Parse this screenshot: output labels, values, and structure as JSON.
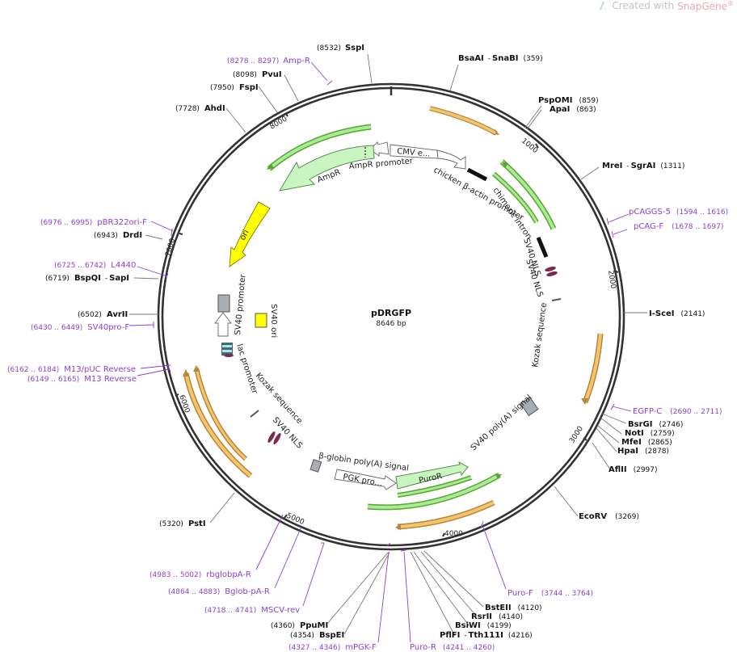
{
  "header": {
    "created_with": "Created with",
    "brand": "SnapGene",
    "mark": "®",
    "icon": "snapgene-logo-icon"
  },
  "plasmid": {
    "name": "pDRGFP",
    "size": "8646 bp"
  },
  "ticks": [
    "1000",
    "2000",
    "3000",
    "4000",
    "5000",
    "6000",
    "7000",
    "8000"
  ],
  "sites": [
    {
      "name": "SspI",
      "pos": "(8532)"
    },
    {
      "name": "BsaAI",
      "sep": "-",
      "name2": "SnaBI",
      "pos": "(359)"
    },
    {
      "name": "PspOMI",
      "pos": "(859)"
    },
    {
      "name": "ApaI",
      "pos": "(863)"
    },
    {
      "name": "MreI",
      "sep": "-",
      "name2": "SgrAI",
      "pos": "(1311)"
    },
    {
      "name": "I-SceI",
      "pos": "(2141)"
    },
    {
      "name": "BsrGI",
      "pos": "(2746)"
    },
    {
      "name": "NotI",
      "pos": "(2759)"
    },
    {
      "name": "MfeI",
      "pos": "(2865)"
    },
    {
      "name": "HpaI",
      "pos": "(2878)"
    },
    {
      "name": "AflII",
      "pos": "(2997)"
    },
    {
      "name": "EcoRV",
      "pos": "(3269)"
    },
    {
      "name": "BstEII",
      "pos": "(4120)"
    },
    {
      "name": "RsrII",
      "pos": "(4140)"
    },
    {
      "name": "BsiWI",
      "pos": "(4199)"
    },
    {
      "name": "PflFI",
      "sep": "-",
      "name2": "Tth111I",
      "pos": "(4216)"
    },
    {
      "name": "BspEI",
      "pos": "(4354)"
    },
    {
      "name": "PpuMI",
      "pos": "(4360)"
    },
    {
      "name": "PstI",
      "pos": "(5320)"
    },
    {
      "name": "AvrII",
      "pos": "(6502)"
    },
    {
      "name": "BspQI",
      "sep": "-",
      "name2": "SapI",
      "pos": "(6719)"
    },
    {
      "name": "DrdI",
      "pos": "(6943)"
    },
    {
      "name": "AhdI",
      "pos": "(7728)"
    },
    {
      "name": "FspI",
      "pos": "(7950)"
    },
    {
      "name": "PvuI",
      "pos": "(8098)"
    }
  ],
  "primers": [
    {
      "name": "Amp-R",
      "pos": "(8278 .. 8297)"
    },
    {
      "name": "pCAGGS-5",
      "pos": "(1594 .. 1616)"
    },
    {
      "name": "pCAG-F",
      "pos": "(1678 .. 1697)"
    },
    {
      "name": "EGFP-C",
      "pos": "(2690 .. 2711)"
    },
    {
      "name": "Puro-F",
      "pos": "(3744 .. 3764)"
    },
    {
      "name": "Puro-R",
      "pos": "(4241 .. 4260)"
    },
    {
      "name": "mPGK-F",
      "pos": "(4327 .. 4346)"
    },
    {
      "name": "MSCV-rev",
      "pos": "(4718 .. 4741)"
    },
    {
      "name": "Bglob-pA-R",
      "pos": "(4864 .. 4883)"
    },
    {
      "name": "rbglobpA-R",
      "pos": "(4983 .. 5002)"
    },
    {
      "name": "M13 Reverse",
      "pos": "(6149 .. 6165)"
    },
    {
      "name": "M13/pUC Reverse",
      "pos": "(6162 .. 6184)"
    },
    {
      "name": "SV40pro-F",
      "pos": "(6430 .. 6449)"
    },
    {
      "name": "L4440",
      "pos": "(6725 .. 6742)"
    },
    {
      "name": "pBR322ori-F",
      "pos": "(6976 .. 6995)"
    }
  ],
  "features": {
    "cmv": "CMV e...",
    "ampr_promoter": "AmpR promoter",
    "ampr": "AmpR",
    "chicken": "chicken β-actin promoter",
    "chimeric": "chimeric intron",
    "sv40nls": "SV40 NLS",
    "kozak": "Kozak sequence",
    "ori": "ori",
    "sv40_promoter": "SV40 promoter",
    "sv40_ori": "SV40 ori",
    "lac": "lac promoter",
    "sv40pa": "SV40 poly(A) signal",
    "bglobin": "β-globin poly(A) signal",
    "pgk": "PGK pro...",
    "puror": "PuroR"
  },
  "colors": {
    "orange": "#f6c46a",
    "green": "#a8ed96",
    "yellow": "#ffff00",
    "grey": "#a9aeb5",
    "primer": "#8d3fd0",
    "ring": "#333333"
  }
}
